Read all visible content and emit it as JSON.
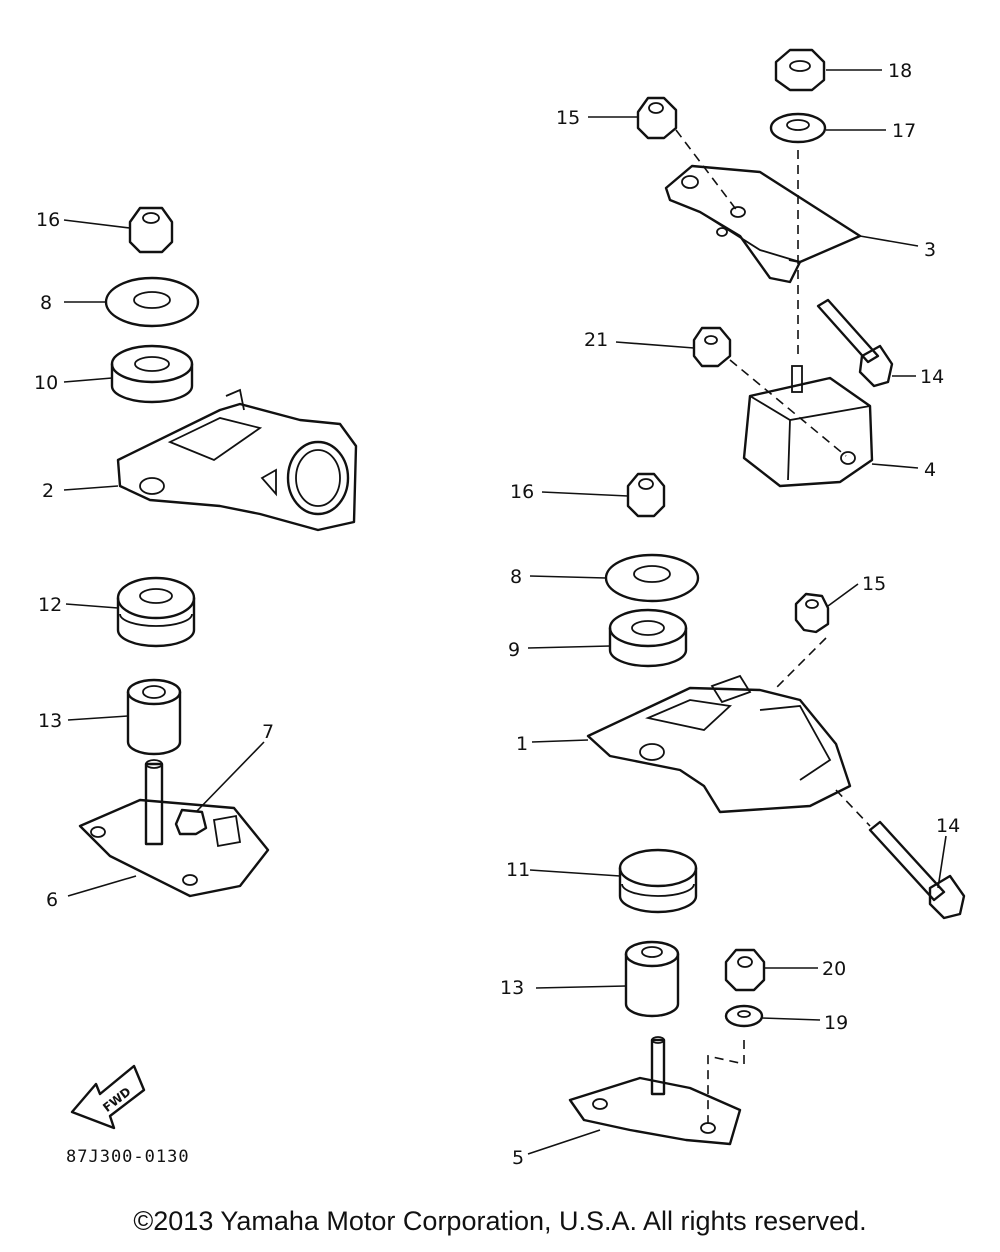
{
  "diagram_code": "87J300-0130",
  "fwd_label": "FWD",
  "copyright": "©2013 Yamaha Motor Corporation, U.S.A. All rights reserved.",
  "callouts": [
    {
      "id": "c18",
      "label": "18"
    },
    {
      "id": "c15a",
      "label": "15"
    },
    {
      "id": "c17",
      "label": "17"
    },
    {
      "id": "c3",
      "label": "3"
    },
    {
      "id": "c21",
      "label": "21"
    },
    {
      "id": "c14a",
      "label": "14"
    },
    {
      "id": "c4",
      "label": "4"
    },
    {
      "id": "c16b",
      "label": "16"
    },
    {
      "id": "c15b",
      "label": "15"
    },
    {
      "id": "c8b",
      "label": "8"
    },
    {
      "id": "c9",
      "label": "9"
    },
    {
      "id": "c1",
      "label": "1"
    },
    {
      "id": "c14b",
      "label": "14"
    },
    {
      "id": "c11",
      "label": "11"
    },
    {
      "id": "c20",
      "label": "20"
    },
    {
      "id": "c13b",
      "label": "13"
    },
    {
      "id": "c19",
      "label": "19"
    },
    {
      "id": "c5",
      "label": "5"
    },
    {
      "id": "c16a",
      "label": "16"
    },
    {
      "id": "c8a",
      "label": "8"
    },
    {
      "id": "c10",
      "label": "10"
    },
    {
      "id": "c2",
      "label": "2"
    },
    {
      "id": "c12",
      "label": "12"
    },
    {
      "id": "c13a",
      "label": "13"
    },
    {
      "id": "c7",
      "label": "7"
    },
    {
      "id": "c6",
      "label": "6"
    }
  ]
}
